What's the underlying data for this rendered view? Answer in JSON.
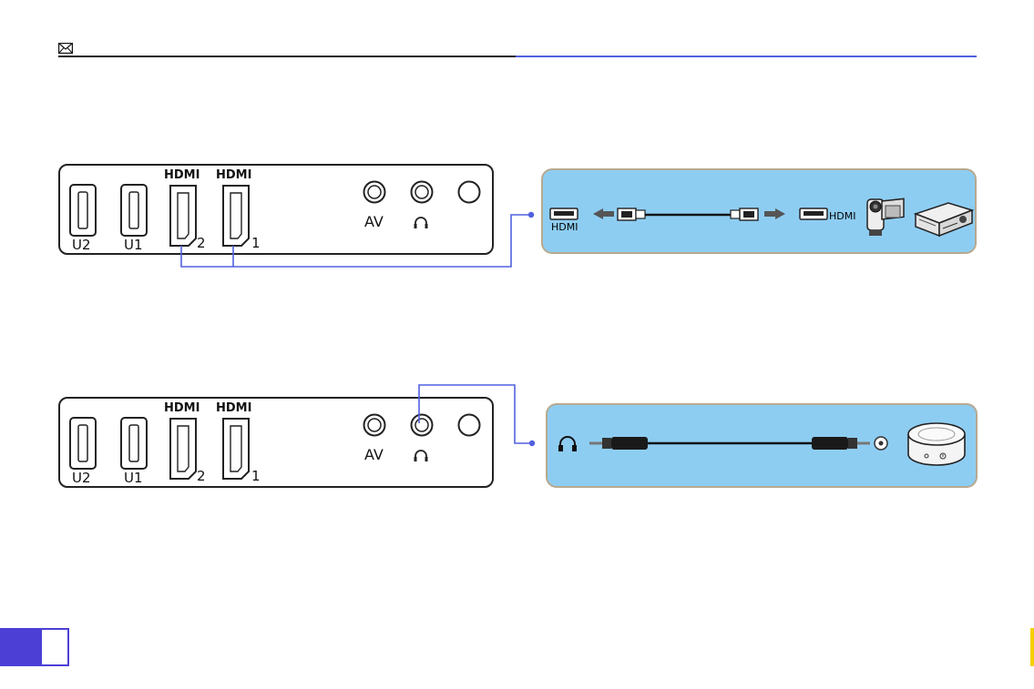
{
  "labels": {
    "hdmi": "HDMI",
    "av": "AV",
    "usb2": "U2",
    "usb1": "U1",
    "hdmi_port_2": "2",
    "hdmi_port_1": "1",
    "device_hdmi_left": "HDMI",
    "device_hdmi_right": "HDMI"
  },
  "colors": {
    "accent_blue": "#5060e0",
    "device_box_fill": "#8ecdf2",
    "page_tab": "#4b3fd6"
  },
  "icons": [
    "mail-icon",
    "headphone-icon",
    "camcorder-icon",
    "projector-icon",
    "speaker-icon"
  ]
}
